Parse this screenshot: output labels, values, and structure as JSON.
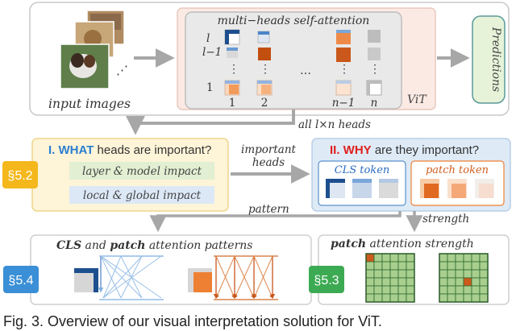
{
  "top": {
    "input_images_label": "input images",
    "mhsa_title": "multi−heads self-attention",
    "row_l": "l",
    "row_l_minus_1": "l−1",
    "row_1": "1",
    "col_1": "1",
    "col_2": "2",
    "col_n_minus_1": "n−1",
    "col_n": "n",
    "ellipsis": "…",
    "vit_label": "ViT",
    "predictions_label": "Predictions",
    "all_heads_label": "all l×n heads"
  },
  "middle": {
    "what_prefix": "I. WHAT",
    "what_suffix": " heads are important?",
    "badge_52": "§5.2",
    "layer_model_impact": "layer & model impact",
    "local_global_impact": "local & global impact",
    "important_label": "important",
    "heads_label": "heads",
    "why_prefix": "II. WHY",
    "why_suffix": " are they important?",
    "cls_token_label": "CLS token",
    "patch_token_label": "patch token"
  },
  "bottom": {
    "pattern_label": "pattern",
    "strength_label": "strength",
    "patterns_cls": "CLS",
    "patterns_and": " and ",
    "patterns_patch": "patch",
    "patterns_rest": " attention patterns",
    "badge_54": "§5.4",
    "strength_patch": "patch",
    "strength_rest": " attention strength",
    "badge_53": "§5.3"
  },
  "caption": "Fig. 3. Overview of our visual interpretation solution for ViT.",
  "colors": {
    "orange": "#ee8033",
    "dark_orange": "#cc5a1a",
    "blue": "#3a7cc8",
    "badge_blue": "#3a8fd6",
    "badge_green": "#3caa52",
    "badge_yellow": "#f4b81c",
    "grid_green": "#a9cf8e"
  }
}
